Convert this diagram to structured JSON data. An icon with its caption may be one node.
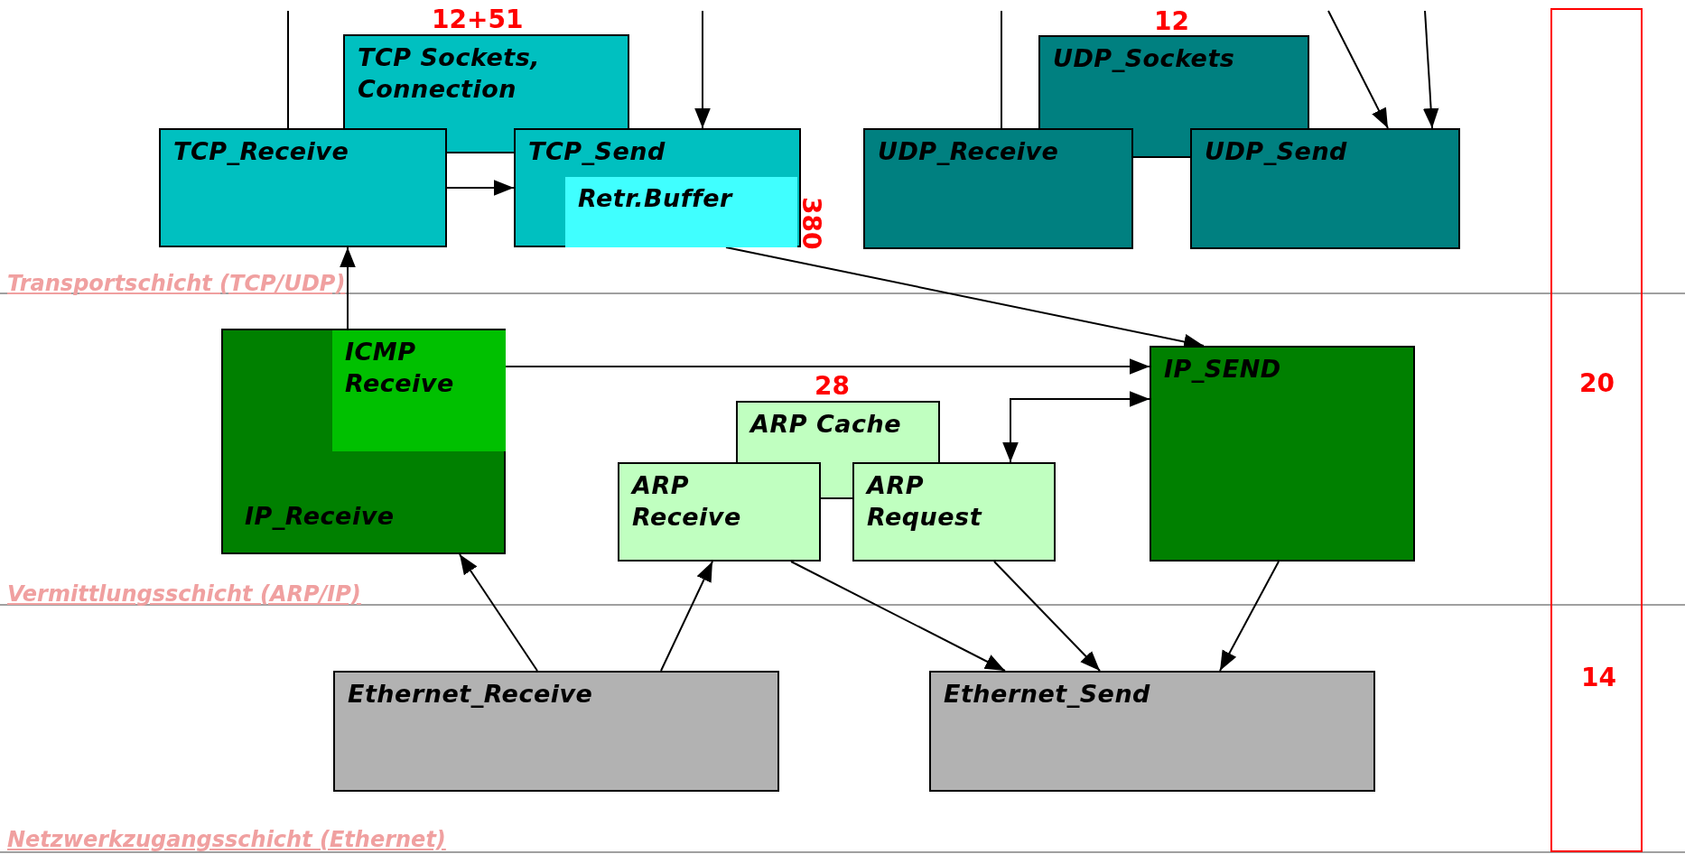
{
  "diagram": {
    "nodes": [
      {
        "text": [
          "TCP Sockets, Connection"
        ],
        "beside": [
          "12+51"
        ]
      },
      {
        "text": [
          "TCP_Receive"
        ]
      },
      {
        "text": [
          "TCP_Send"
        ],
        "beside": [
          "380"
        ]
      },
      {
        "text": [
          "Retr.Buffer"
        ],
        "in": 2
      },
      {
        "text": [
          "UDP_Sockets"
        ],
        "beside": [
          "12"
        ]
      },
      {
        "text": [
          "UDP_Receive"
        ]
      },
      {
        "text": [
          "UDP_Send"
        ]
      },
      {
        "text": [
          "IP_Receive"
        ]
      },
      {
        "text": [
          "ICMP Receive"
        ],
        "in": 7
      },
      {
        "text": [
          "IP_SEND"
        ]
      },
      {
        "text": [
          "ARP Cache"
        ],
        "beside": [
          "28"
        ]
      },
      {
        "text": [
          "ARP Receive"
        ]
      },
      {
        "text": [
          "ARP Request"
        ]
      },
      {
        "text": [
          "Ethernet_Receive"
        ]
      },
      {
        "text": [
          "Ethernet_Send"
        ]
      }
    ],
    "edges": [
      {
        "from": 1,
        "to": null,
        "arrow": "none"
      },
      {
        "from": null,
        "to": 2,
        "arrow": "to"
      },
      {
        "from": 5,
        "to": null,
        "arrow": "none"
      },
      {
        "from": null,
        "to": 6,
        "arrow": "to"
      },
      {
        "from": null,
        "to": 6,
        "arrow": "to"
      },
      {
        "from": 1,
        "to": 2,
        "arrow": "to"
      },
      {
        "from": 3,
        "to": 9,
        "arrow": "to"
      },
      {
        "from": 7,
        "to": 1,
        "arrow": "to"
      },
      {
        "from": 8,
        "to": 9,
        "arrow": "to"
      },
      {
        "from": 12,
        "to": 9,
        "arrow": "both"
      },
      {
        "from": 13,
        "to": 7,
        "arrow": "to"
      },
      {
        "from": 13,
        "to": 11,
        "arrow": "to"
      },
      {
        "from": 11,
        "to": 14,
        "arrow": "to"
      },
      {
        "from": 12,
        "to": 14,
        "arrow": "to"
      },
      {
        "from": 9,
        "to": 14,
        "arrow": "to"
      }
    ],
    "labels": [
      "Transportschicht (TCP/UDP)",
      "20",
      "Vermittlungsschicht (ARP/IP)",
      "14",
      "Netzwerkzugangsschicht (Ethernet)"
    ]
  }
}
